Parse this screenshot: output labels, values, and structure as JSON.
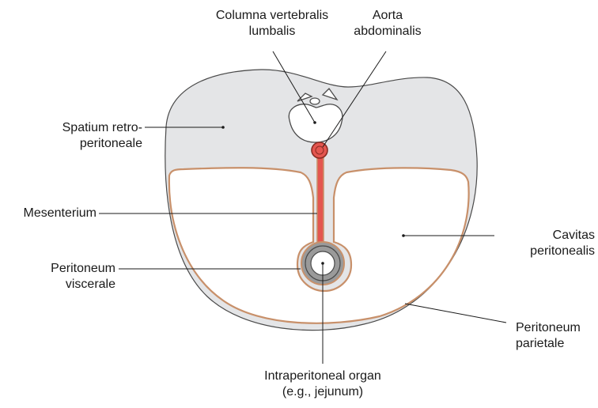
{
  "colors": {
    "body_fill": "#e4e5e7",
    "outline": "#4a4a4a",
    "peritoneum": "#c8906a",
    "cavity_fill": "#ffffff",
    "aorta_fill": "#e4564f",
    "aorta_ring": "#8a2b22",
    "organ_wall": "#9a9a9a",
    "label_text": "#1a1a1a",
    "leader_line": "#1a1a1a"
  },
  "labels": {
    "columna": {
      "line1": "Columna vertebralis",
      "line2": "lumbalis"
    },
    "aorta": {
      "line1": "Aorta",
      "line2": "abdominalis"
    },
    "spatium": {
      "line1": "Spatium retro-",
      "line2": "peritoneale"
    },
    "mesenterium": {
      "line1": "Mesenterium"
    },
    "peritoneum_visc": {
      "line1": "Peritoneum",
      "line2": "viscerale"
    },
    "cavitas": {
      "line1": "Cavitas",
      "line2": "peritonealis"
    },
    "peritoneum_par": {
      "line1": "Peritoneum",
      "line2": "parietale"
    },
    "intraperitoneal": {
      "line1": "Intraperitoneal organ",
      "line2": "(e.g., jejunum)"
    }
  }
}
